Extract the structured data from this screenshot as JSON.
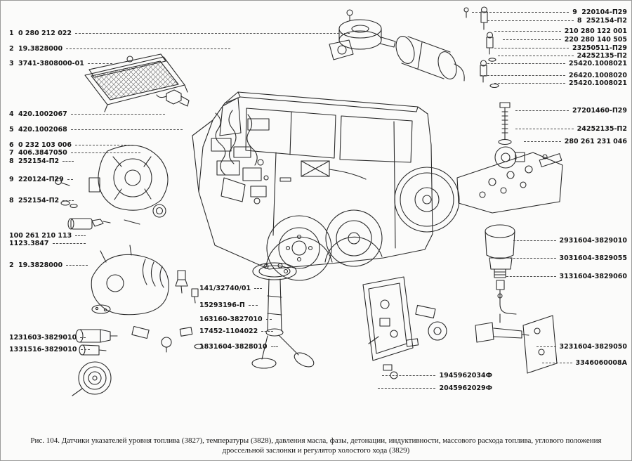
{
  "figure": {
    "caption_line1": "Рис. 104. Датчики указателей уровня топлива (3827), температуры (3828), давления масла, фазы, детонации, индуктивности, массового расхода топлива, углового положения",
    "caption_line2": "дроссельной заслонки и регулятор холостого хода (3829)"
  },
  "left_labels": [
    {
      "num": "1",
      "part": "0 280 212 022"
    },
    {
      "num": "2",
      "part": "19.3828000"
    },
    {
      "num": "3",
      "part": "3741-3808000-01"
    },
    {
      "num": "4",
      "part": "420.1002067"
    },
    {
      "num": "5",
      "part": "420.1002068"
    },
    {
      "num": "6",
      "part": "0 232 103 006"
    },
    {
      "num": "7",
      "part": "406.3847050"
    },
    {
      "num": "8",
      "part": "252154-П2"
    },
    {
      "num": "9",
      "part": "220124-П29"
    },
    {
      "num": "8",
      "part": "252154-П2"
    },
    {
      "num": "10",
      "part": "0 261 210 113"
    },
    {
      "num": "11",
      "part": "23.3847"
    },
    {
      "num": "2",
      "part": "19.3828000"
    },
    {
      "num": "12",
      "part": "31603-3829010"
    },
    {
      "num": "13",
      "part": "31516-3829010"
    }
  ],
  "middle_labels": [
    {
      "num": "14",
      "part": "1/32740/01"
    },
    {
      "num": "15",
      "part": "293196-П"
    },
    {
      "num": "16",
      "part": "3160-3827010"
    },
    {
      "num": "17",
      "part": "452-1104022"
    },
    {
      "num": "18",
      "part": "31604-3828010"
    },
    {
      "num": "19",
      "part": "45962034Ф"
    },
    {
      "num": "20",
      "part": "45962029Ф"
    }
  ],
  "right_labels": [
    {
      "num": "9",
      "part": "220104-П29"
    },
    {
      "num": "8",
      "part": "252154-П2"
    },
    {
      "num": "21",
      "part": "0 280 122 001"
    },
    {
      "num": "22",
      "part": "0 280 140 505"
    },
    {
      "num": "23",
      "part": "250511-П29"
    },
    {
      "num": "24",
      "part": "252135-П2"
    },
    {
      "num": "25",
      "part": "420.1008021"
    },
    {
      "num": "26",
      "part": "420.1008020"
    },
    {
      "num": "25",
      "part": "420.1008021"
    },
    {
      "num": "27",
      "part": "201460-П29"
    },
    {
      "num": "24",
      "part": "252135-П2"
    },
    {
      "num": "28",
      "part": "0 261 231 046"
    },
    {
      "num": "29",
      "part": "31604-3829010"
    },
    {
      "num": "30",
      "part": "31604-3829055"
    },
    {
      "num": "31",
      "part": "31604-3829060"
    },
    {
      "num": "32",
      "part": "31604-3829050"
    },
    {
      "num": "33",
      "part": "46060008А"
    }
  ]
}
